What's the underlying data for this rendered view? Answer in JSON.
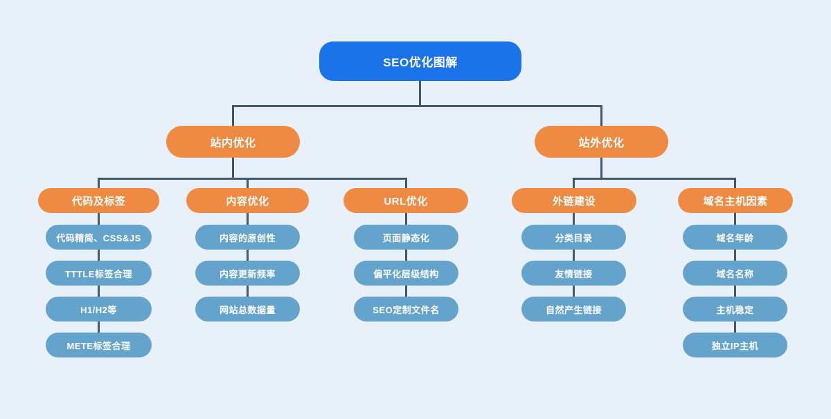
{
  "title": "SEO优化图解",
  "colors": {
    "page_bg": "#e8f1fa",
    "root_fill": "#1a73e8",
    "branch_fill": "#ef8a42",
    "leaf_fill": "#64a3cc",
    "line_color": "#42596c",
    "node_text": "#ffffff"
  },
  "root": {
    "label": "SEO优化图解"
  },
  "branches": [
    {
      "label": "站内优化",
      "groups": [
        {
          "label": "代码及标签",
          "items": [
            "代码精简、CSS&JS",
            "TTTLE标签合理",
            "H1/H2等",
            "METE标签合理"
          ]
        },
        {
          "label": "内容优化",
          "items": [
            "内容的原创性",
            "内容更新频率",
            "网站总数据量"
          ]
        },
        {
          "label": "URL优化",
          "items": [
            "页面静态化",
            "偏平化层级结构",
            "SEO定制文件名"
          ]
        }
      ]
    },
    {
      "label": "站外优化",
      "groups": [
        {
          "label": "外链建设",
          "items": [
            "分类目录",
            "友情链接",
            "自然产生链接"
          ]
        },
        {
          "label": "域名主机因素",
          "items": [
            "域名年龄",
            "域名名称",
            "主机稳定",
            "独立IP主机"
          ]
        }
      ]
    }
  ]
}
